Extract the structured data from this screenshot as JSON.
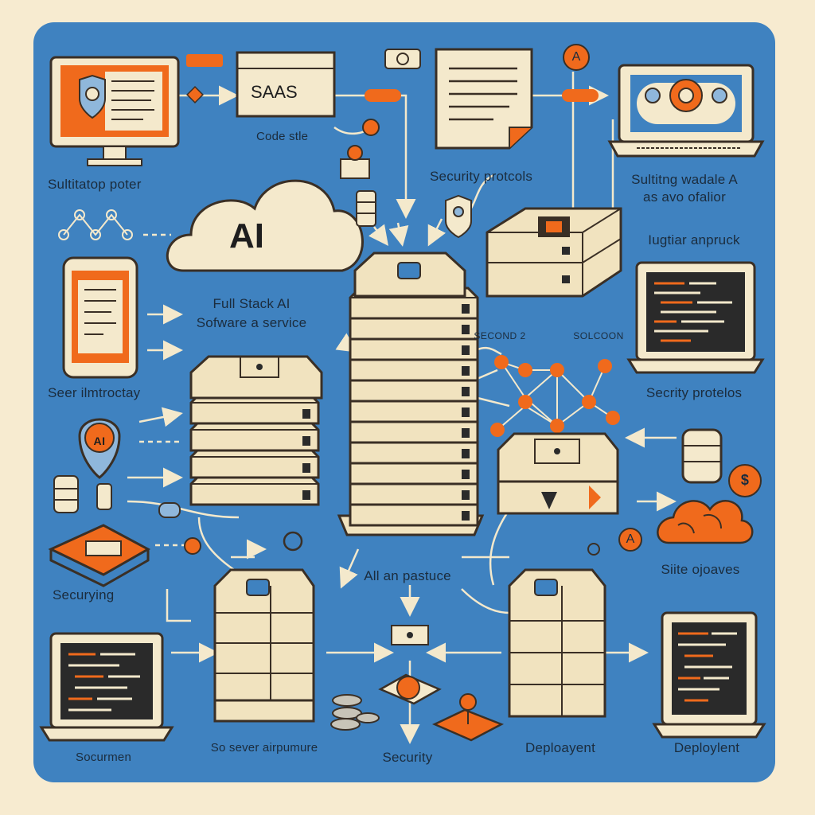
{
  "badges": {
    "saas": "SAAS",
    "ai_cloud": "AI",
    "ai_shield": "AI",
    "a_circle_top": "A",
    "a_circle_right": "A",
    "dollar": "$"
  },
  "labels": {
    "code_style": "Code stle",
    "security_protocols_top": "Security protcols",
    "multitask_poster": "Sultitatop poter",
    "module_line1": "Sultitng wadale A",
    "module_line2": "as avo ofalior",
    "cloud_line": "Iugtiar anpruck",
    "full_stack_line1": "Full Stack AI",
    "full_stack_line2": "Sofware a service",
    "secure_left": "Seer ilmtroctay",
    "second": "SECOND 2",
    "solution": "SOLCOON",
    "security_protocols_right": "Secrity protelos",
    "securing": "Securying",
    "ai_practice": "All an pastuce",
    "site_overview": "Siite ojoaves",
    "server_infra": "So sever airpumure",
    "security_bottom": "Security",
    "deployment_mid": "Deploayent",
    "deployment_right": "Deploylent",
    "documentation": "Socurmen"
  },
  "colors": {
    "panel_blue": "#3f82c0",
    "cream": "#f4e9cc",
    "orange": "#f06a1c",
    "dark": "#2a2a2a"
  }
}
